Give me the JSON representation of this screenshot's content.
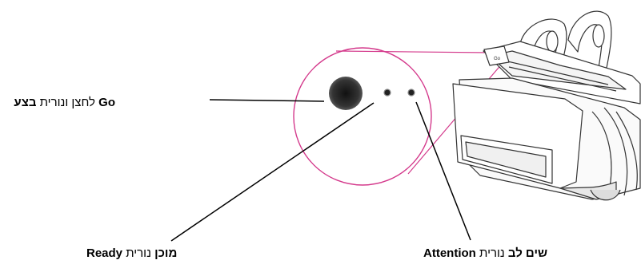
{
  "labels": {
    "go": {
      "hebrew_plain": "לחצן ונורית",
      "hebrew_bold": "בצע",
      "english": "Go"
    },
    "ready": {
      "hebrew_plain": "נורית",
      "hebrew_bold": "מוכן",
      "english": "Ready"
    },
    "attention": {
      "hebrew_plain": "נורית",
      "hebrew_bold": "שים לב",
      "english": "Attention"
    }
  },
  "panel": {
    "led_label": "Go"
  },
  "colors": {
    "callout_circle": "#d43a8c",
    "line": "#000000",
    "printer_stroke": "#333333"
  }
}
